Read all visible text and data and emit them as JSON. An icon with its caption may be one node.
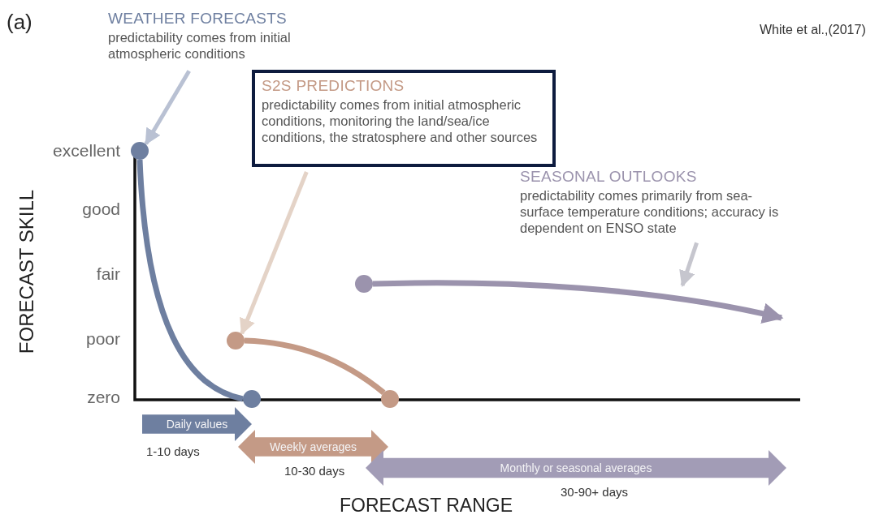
{
  "diagram": {
    "nodes": [
      {
        "text": [
          "WEATHER FORECASTS",
          "predictability comes from initial atmospheric conditions"
        ]
      },
      {
        "text": [
          "S2S PREDICTIONS",
          "predictability comes from initial atmospheric conditions, monitoring the land/sea/ice conditions, the stratosphere and other sources"
        ]
      },
      {
        "text": [
          "SEASONAL OUTLOOKS",
          "predictability comes primarily from sea-surface temperature conditions; accuracy is dependent on ENSO state"
        ]
      },
      {
        "text": [],
        "shape": "circle"
      },
      {
        "text": [],
        "shape": "circle"
      },
      {
        "text": [],
        "shape": "circle"
      },
      {
        "text": [],
        "shape": "circle"
      },
      {
        "text": [],
        "shape": "circle"
      },
      {
        "text": [
          "Daily values"
        ],
        "beside": [
          "1-10 days"
        ]
      },
      {
        "text": [
          "Weekly averages"
        ],
        "beside": [
          "10-30 days"
        ]
      },
      {
        "text": [
          "Monthly or seasonal averages"
        ],
        "beside": [
          "30-90+ days"
        ]
      }
    ],
    "edges": [
      {
        "from": 0,
        "to": 3,
        "arrow": "to",
        "color": "#b9c1d3"
      },
      {
        "from": 1,
        "to": 5,
        "arrow": "to",
        "color": "#e4d3c7"
      },
      {
        "from": 2,
        "to": null,
        "arrow": "to",
        "color": "#c6c6ce"
      },
      {
        "from": 3,
        "to": 6,
        "arrow": "none",
        "color": "#6e7fa0"
      },
      {
        "from": 5,
        "to": 7,
        "arrow": "none",
        "color": "#c49a86"
      },
      {
        "from": 4,
        "to": null,
        "arrow": "to",
        "color": "#9b93ad"
      }
    ],
    "labels": [
      "(a)",
      "White et al.,(2017)",
      "excellent",
      "good",
      "fair",
      "poor",
      "zero",
      "FORECAST SKILL",
      "FORECAST RANGE"
    ]
  }
}
